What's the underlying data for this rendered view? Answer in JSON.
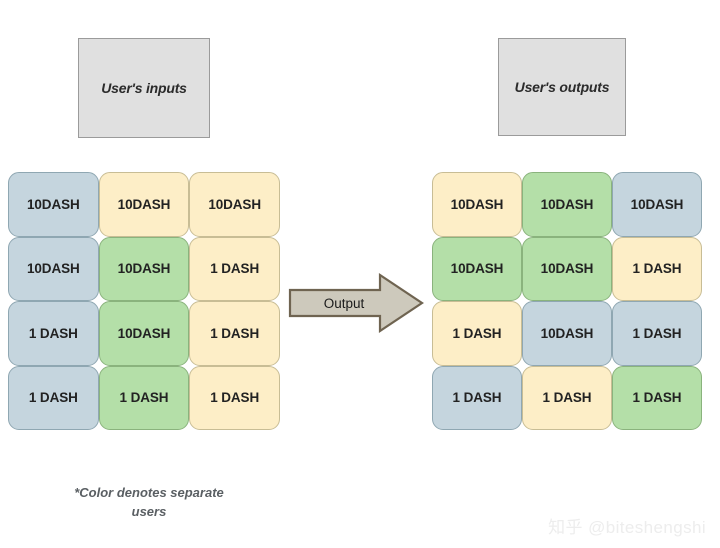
{
  "diagram": {
    "background_color": "#ffffff",
    "palette": {
      "blue": "#c5d5de",
      "green": "#b4dfa8",
      "cream": "#fdeec7",
      "header_box": "#e0e0e0",
      "arrow_fill": "#cdc9bc",
      "arrow_border": "#6f6451"
    },
    "headers": {
      "inputs_label": "User's inputs",
      "outputs_label": "User's outputs"
    },
    "arrow": {
      "label": "Output",
      "direction": "right"
    },
    "footnote": "*Color denotes separate\nusers",
    "watermark": "知乎 @biteshengshi",
    "inputs_grid": {
      "rows": 4,
      "cols": 3,
      "cells": [
        {
          "label": "10DASH",
          "color": "blue"
        },
        {
          "label": "10DASH",
          "color": "cream"
        },
        {
          "label": "10DASH",
          "color": "cream"
        },
        {
          "label": "10DASH",
          "color": "blue"
        },
        {
          "label": "10DASH",
          "color": "green"
        },
        {
          "label": "1 DASH",
          "color": "cream"
        },
        {
          "label": "1 DASH",
          "color": "blue"
        },
        {
          "label": "10DASH",
          "color": "green"
        },
        {
          "label": "1 DASH",
          "color": "cream"
        },
        {
          "label": "1 DASH",
          "color": "blue"
        },
        {
          "label": "1 DASH",
          "color": "green"
        },
        {
          "label": "1 DASH",
          "color": "cream"
        }
      ]
    },
    "outputs_grid": {
      "rows": 4,
      "cols": 3,
      "cells": [
        {
          "label": "10DASH",
          "color": "cream"
        },
        {
          "label": "10DASH",
          "color": "green"
        },
        {
          "label": "10DASH",
          "color": "blue"
        },
        {
          "label": "10DASH",
          "color": "green"
        },
        {
          "label": "10DASH",
          "color": "green"
        },
        {
          "label": "1 DASH",
          "color": "cream"
        },
        {
          "label": "1 DASH",
          "color": "cream"
        },
        {
          "label": "10DASH",
          "color": "blue"
        },
        {
          "label": "1 DASH",
          "color": "blue"
        },
        {
          "label": "1 DASH",
          "color": "blue"
        },
        {
          "label": "1 DASH",
          "color": "cream"
        },
        {
          "label": "1 DASH",
          "color": "green"
        }
      ]
    }
  }
}
